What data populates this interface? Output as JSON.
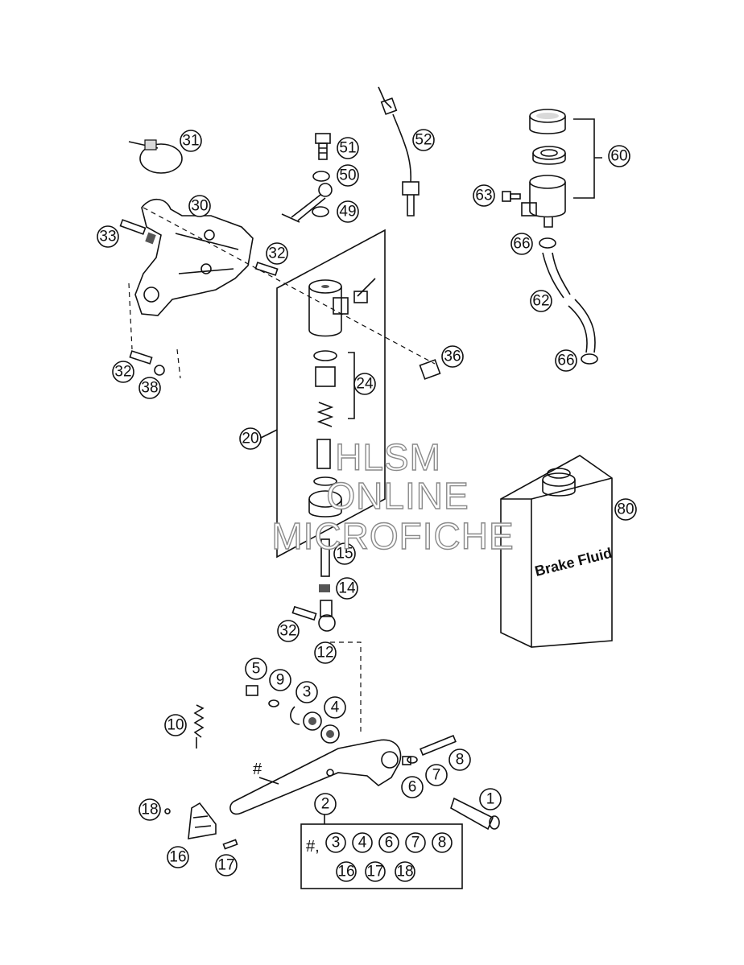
{
  "callouts": {
    "c31": "31",
    "c51": "51",
    "c52": "52",
    "c50": "50",
    "c49": "49",
    "c30": "30",
    "c33": "33",
    "c32a": "32",
    "c60": "60",
    "c63": "63",
    "c66a": "66",
    "c62": "62",
    "c66b": "66",
    "c36": "36",
    "c24": "24",
    "c32b": "32",
    "c38": "38",
    "c20": "20",
    "c80": "80",
    "c15": "15",
    "c14": "14",
    "c32c": "32",
    "c12": "12",
    "c5": "5",
    "c9": "9",
    "c3": "3",
    "c4": "4",
    "c10": "10",
    "c8": "8",
    "c7": "7",
    "c6": "6",
    "c1": "1",
    "c2": "2",
    "c18": "18",
    "c16": "16",
    "c17": "17"
  },
  "lever_mark": "#",
  "kit": {
    "prefix": "#,",
    "row1": [
      "3",
      "4",
      "6",
      "7",
      "8"
    ],
    "row2": [
      "16",
      "17",
      "18"
    ]
  },
  "brake_fluid_label": "Brake Fluid",
  "watermark": [
    "HLSM",
    "ONLINE",
    "MICROFICHE"
  ]
}
